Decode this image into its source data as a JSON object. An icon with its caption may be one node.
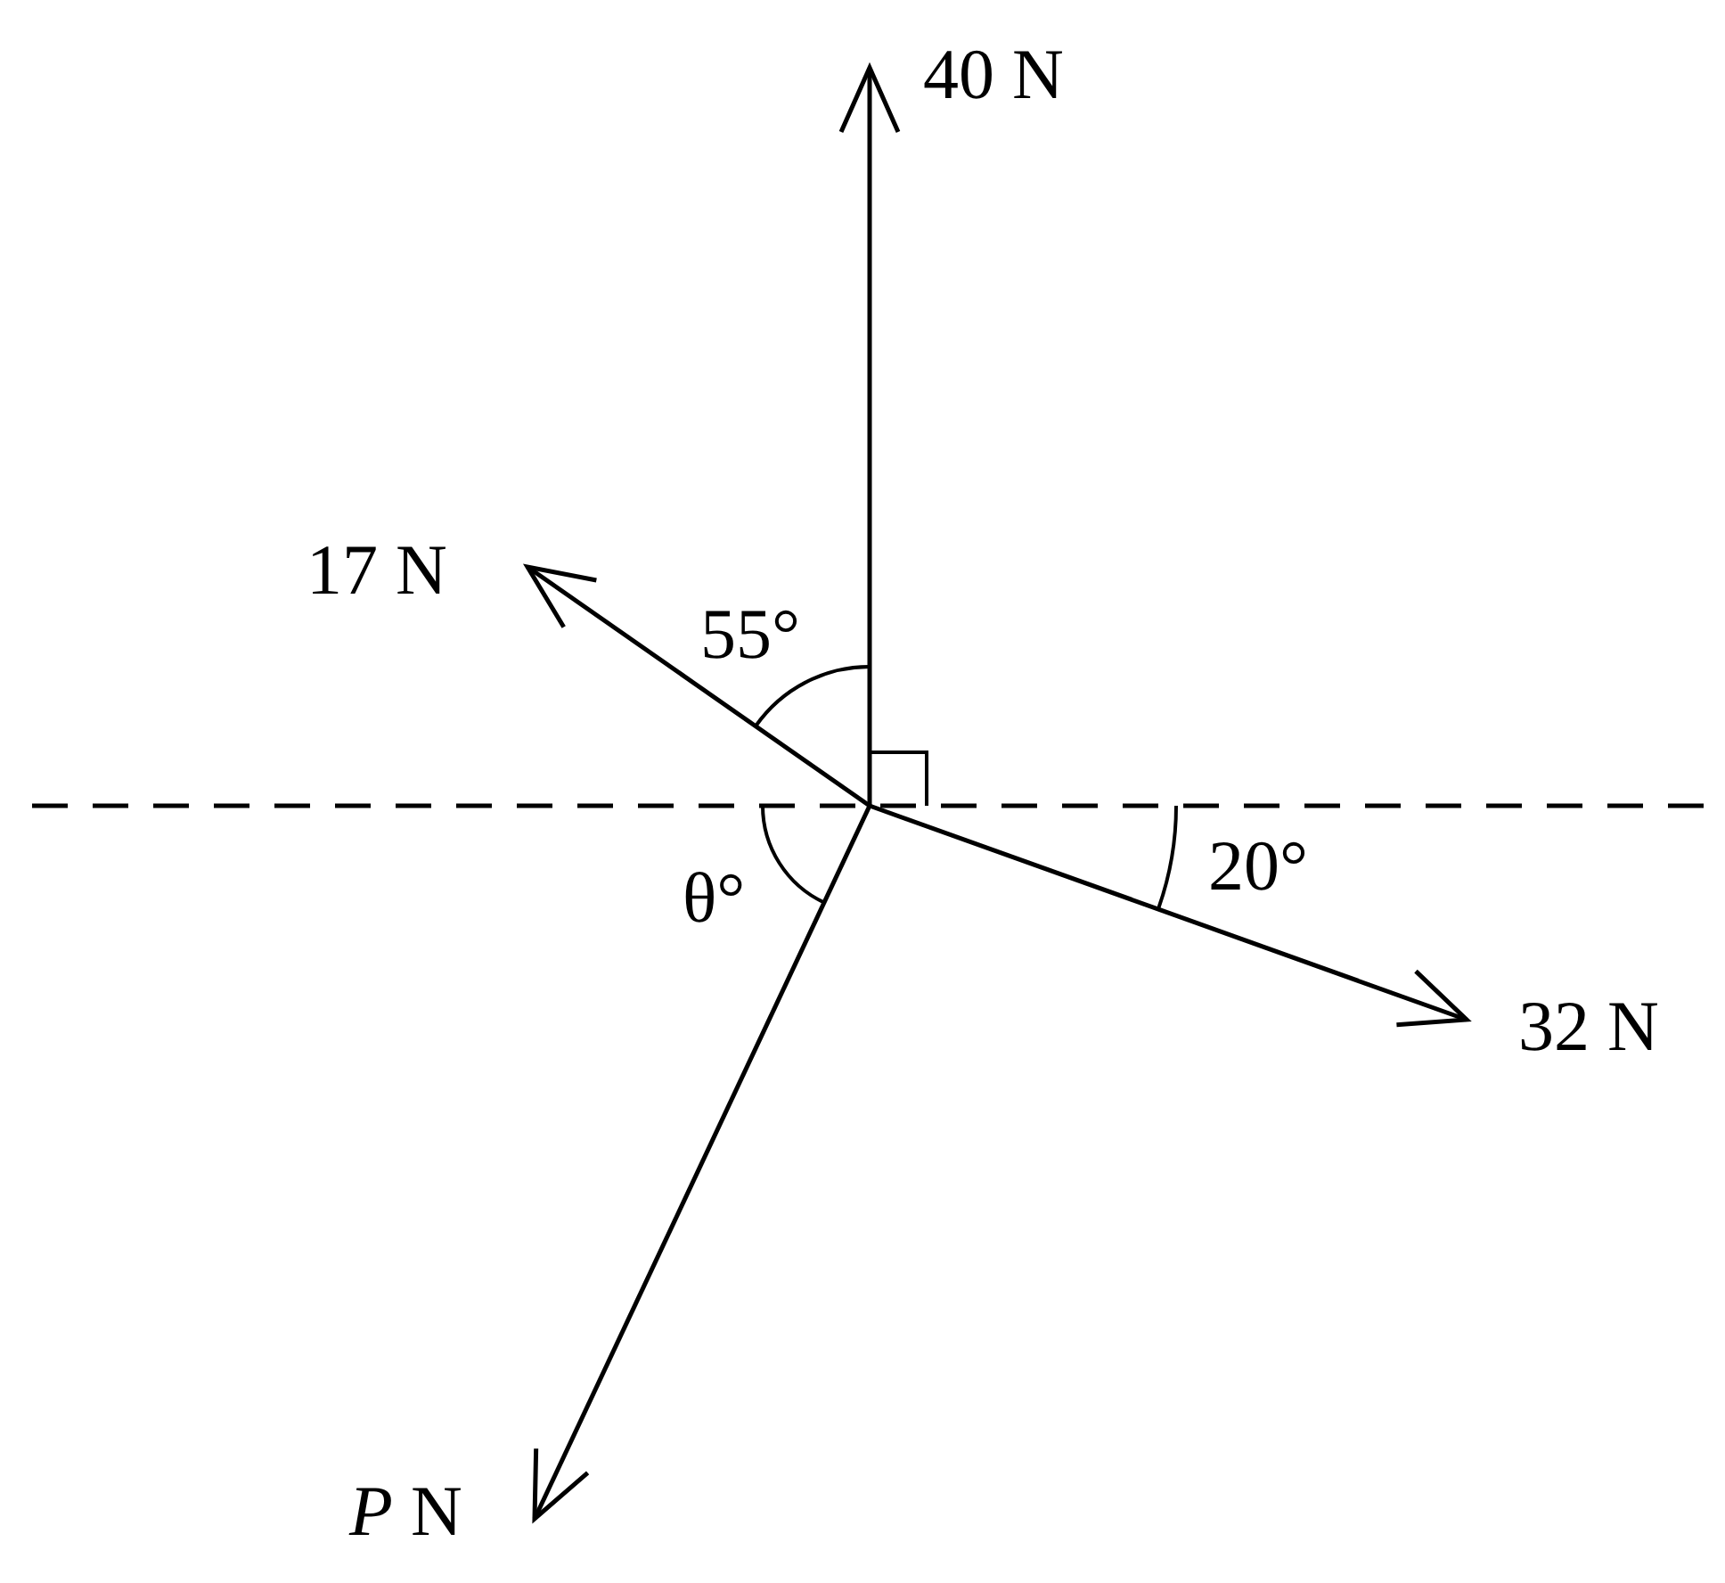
{
  "diagram": {
    "labels": [
      "40 N",
      "17 N",
      "55°",
      "θ°",
      "20°",
      "32 N",
      "*P* N"
    ]
  }
}
